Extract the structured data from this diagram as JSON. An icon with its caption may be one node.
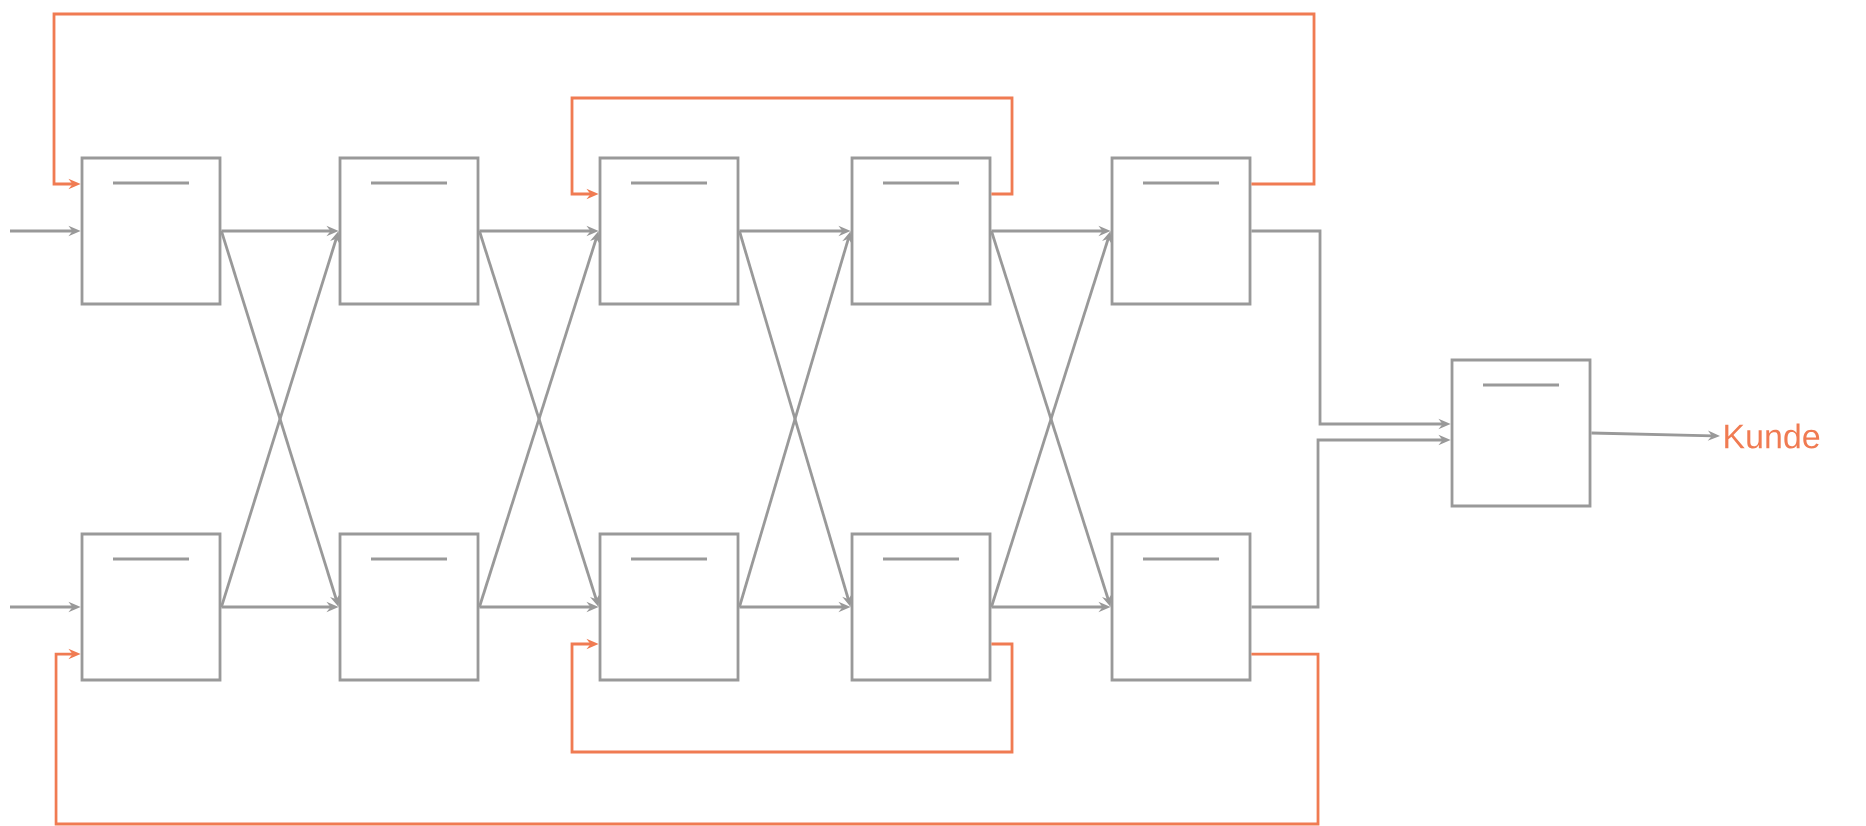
{
  "diagram": {
    "nodes": [
      {
        "text": [],
        "shape": "box"
      },
      {
        "text": [],
        "shape": "box"
      },
      {
        "text": [],
        "shape": "box"
      },
      {
        "text": [],
        "shape": "box"
      },
      {
        "text": [],
        "shape": "box"
      },
      {
        "text": [],
        "shape": "box"
      },
      {
        "text": [],
        "shape": "box"
      },
      {
        "text": [],
        "shape": "box"
      },
      {
        "text": [],
        "shape": "box"
      },
      {
        "text": [],
        "shape": "box"
      },
      {
        "text": [],
        "shape": "box"
      },
      {
        "text": [
          "Kunde"
        ]
      }
    ],
    "edges": [
      {
        "from": null,
        "to": 0,
        "arrow": "to"
      },
      {
        "from": null,
        "to": 5,
        "arrow": "to"
      },
      {
        "from": 0,
        "to": 1,
        "arrow": "to"
      },
      {
        "from": 0,
        "to": 6,
        "arrow": "to"
      },
      {
        "from": 5,
        "to": 1,
        "arrow": "to"
      },
      {
        "from": 5,
        "to": 6,
        "arrow": "to"
      },
      {
        "from": 1,
        "to": 2,
        "arrow": "to"
      },
      {
        "from": 1,
        "to": 7,
        "arrow": "to"
      },
      {
        "from": 6,
        "to": 2,
        "arrow": "to"
      },
      {
        "from": 6,
        "to": 7,
        "arrow": "to"
      },
      {
        "from": 2,
        "to": 3,
        "arrow": "to"
      },
      {
        "from": 2,
        "to": 8,
        "arrow": "to"
      },
      {
        "from": 7,
        "to": 3,
        "arrow": "to"
      },
      {
        "from": 7,
        "to": 8,
        "arrow": "to"
      },
      {
        "from": 3,
        "to": 4,
        "arrow": "to"
      },
      {
        "from": 3,
        "to": 9,
        "arrow": "to"
      },
      {
        "from": 8,
        "to": 4,
        "arrow": "to"
      },
      {
        "from": 8,
        "to": 9,
        "arrow": "to"
      },
      {
        "from": 4,
        "to": 10,
        "arrow": "to"
      },
      {
        "from": 9,
        "to": 10,
        "arrow": "to"
      },
      {
        "from": 10,
        "to": 11,
        "arrow": "to"
      },
      {
        "from": 4,
        "to": 0,
        "arrow": "to",
        "color": "#f07b52"
      },
      {
        "from": 3,
        "to": 2,
        "arrow": "to",
        "color": "#f07b52"
      },
      {
        "from": 8,
        "to": 7,
        "arrow": "to",
        "color": "#f07b52"
      },
      {
        "from": 9,
        "to": 5,
        "arrow": "to",
        "color": "#f07b52"
      }
    ]
  }
}
